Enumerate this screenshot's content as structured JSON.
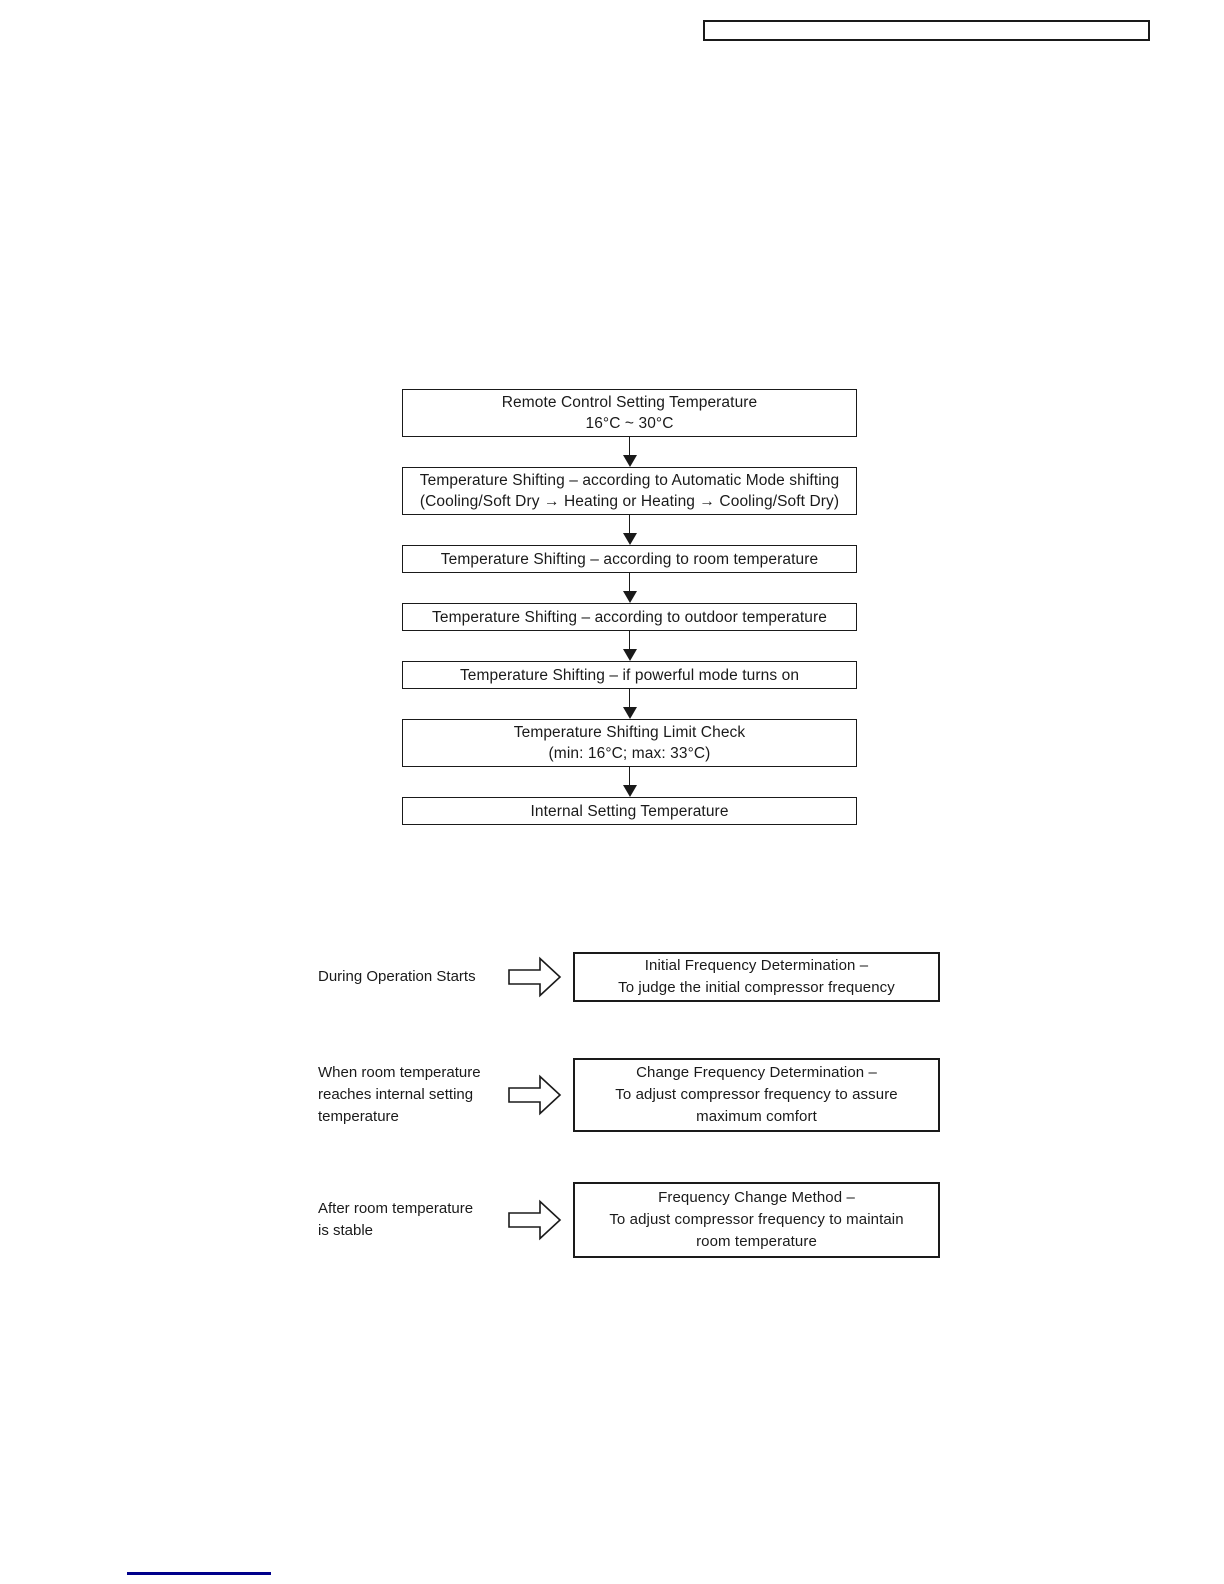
{
  "header": {
    "field_box_value": ""
  },
  "colors": {
    "ink": "#1a1a1a",
    "link_line": "#00008b"
  },
  "flowchart": {
    "boxes": [
      {
        "lines": [
          "Remote Control Setting Temperature",
          "16°C ~ 30°C"
        ]
      },
      {
        "lines": [
          "Temperature Shifting – according to Automatic Mode shifting",
          "(Cooling/Soft Dry → Heating or Heating → Cooling/Soft Dry)"
        ]
      },
      {
        "lines": [
          "Temperature Shifting – according to room temperature"
        ]
      },
      {
        "lines": [
          "Temperature Shifting – according to outdoor temperature"
        ]
      },
      {
        "lines": [
          "Temperature Shifting – if powerful mode turns on"
        ]
      },
      {
        "lines": [
          "Temperature Shifting Limit Check",
          "(min: 16°C; max: 33°C)"
        ]
      },
      {
        "lines": [
          "Internal Setting Temperature"
        ]
      }
    ]
  },
  "frequency_section": {
    "rows": [
      {
        "label_lines": [
          "During Operation Starts"
        ],
        "box_lines": [
          "Initial Frequency Determination –",
          "To judge the initial compressor frequency"
        ]
      },
      {
        "label_lines": [
          "When room temperature",
          "reaches internal setting",
          "temperature"
        ],
        "box_lines": [
          "Change Frequency Determination –",
          "To adjust compressor frequency to assure",
          "maximum comfort"
        ]
      },
      {
        "label_lines": [
          "After room temperature",
          "is stable"
        ],
        "box_lines": [
          "Frequency Change Method –",
          "To adjust compressor frequency to maintain",
          "room temperature"
        ]
      }
    ]
  }
}
